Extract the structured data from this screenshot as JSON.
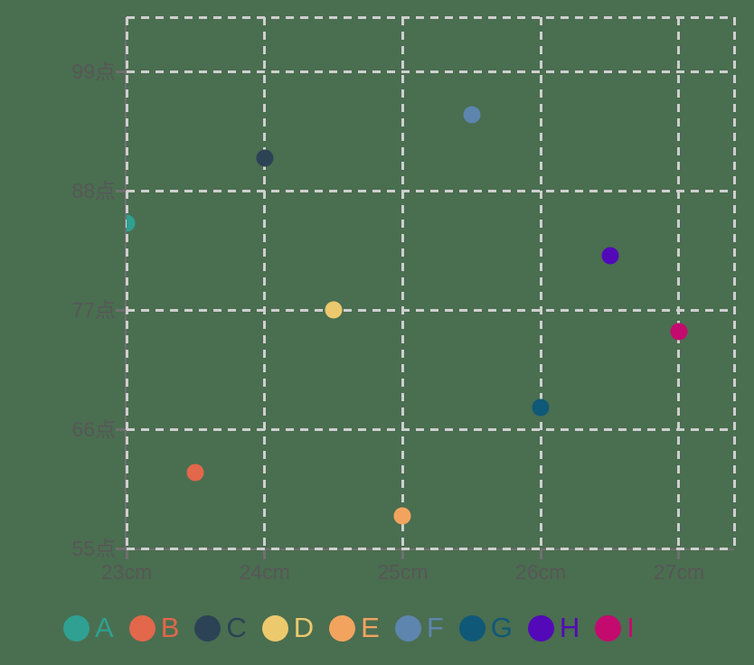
{
  "figure": {
    "background_color": "#4a6e50"
  },
  "styles": {
    "gridline_color": "#cfcfcf",
    "axis_color": "#6f6f6f",
    "tick_label_color": "#575757"
  },
  "chart_data": {
    "type": "scatter",
    "title": "",
    "x_unit": "cm",
    "y_unit": "点",
    "xlim": [
      23,
      27.4
    ],
    "ylim": [
      55,
      104
    ],
    "grid": "dashed",
    "legend_position": "bottom",
    "x_ticks": [
      {
        "value": 23,
        "label": "23cm"
      },
      {
        "value": 24,
        "label": "24cm"
      },
      {
        "value": 25,
        "label": "25cm"
      },
      {
        "value": 26,
        "label": "26cm"
      },
      {
        "value": 27,
        "label": "27cm"
      }
    ],
    "y_ticks": [
      {
        "value": 55,
        "label": "55点"
      },
      {
        "value": 66,
        "label": "66点"
      },
      {
        "value": 77,
        "label": "77点"
      },
      {
        "value": 88,
        "label": "88点"
      },
      {
        "value": 99,
        "label": "99点"
      }
    ],
    "series": [
      {
        "name": "A",
        "color": "#2fa092",
        "x": 23.0,
        "y": 85
      },
      {
        "name": "B",
        "color": "#e2674b",
        "x": 23.5,
        "y": 62
      },
      {
        "name": "C",
        "color": "#2c4356",
        "x": 24.0,
        "y": 91
      },
      {
        "name": "D",
        "color": "#ecc96d",
        "x": 24.5,
        "y": 77
      },
      {
        "name": "E",
        "color": "#f2a45f",
        "x": 25.0,
        "y": 58
      },
      {
        "name": "F",
        "color": "#5d85ae",
        "x": 25.5,
        "y": 95
      },
      {
        "name": "G",
        "color": "#0f5878",
        "x": 26.0,
        "y": 68
      },
      {
        "name": "H",
        "color": "#5309b8",
        "x": 26.5,
        "y": 82
      },
      {
        "name": "I",
        "color": "#c40a6e",
        "x": 27.0,
        "y": 75
      }
    ]
  }
}
